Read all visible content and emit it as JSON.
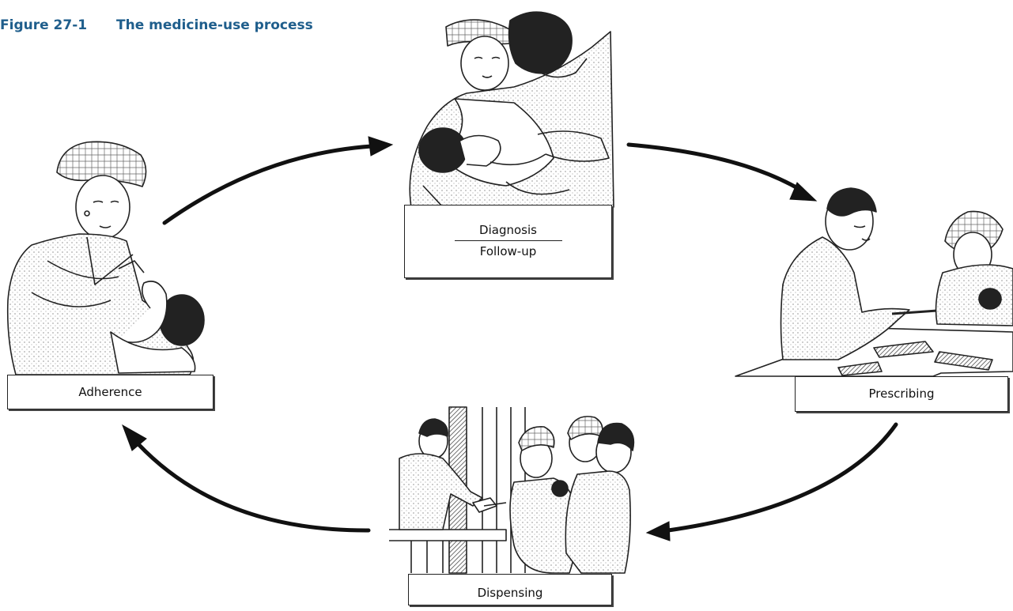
{
  "figure": {
    "number": "Figure 27-1",
    "title": "The medicine-use process"
  },
  "stages": {
    "diagnosis": {
      "label": "Diagnosis",
      "sublabel": "Follow-up",
      "illustration": "health-worker-examining-mother-and-infant"
    },
    "prescribing": {
      "label": "Prescribing",
      "illustration": "prescriber-writing-at-desk-with-mother"
    },
    "dispensing": {
      "label": "Dispensing",
      "illustration": "dispenser-handing-medicine-through-window"
    },
    "adherence": {
      "label": "Adherence",
      "illustration": "mother-giving-medicine-to-child"
    }
  },
  "colors": {
    "title": "#1f5e8c",
    "line": "#111111"
  }
}
